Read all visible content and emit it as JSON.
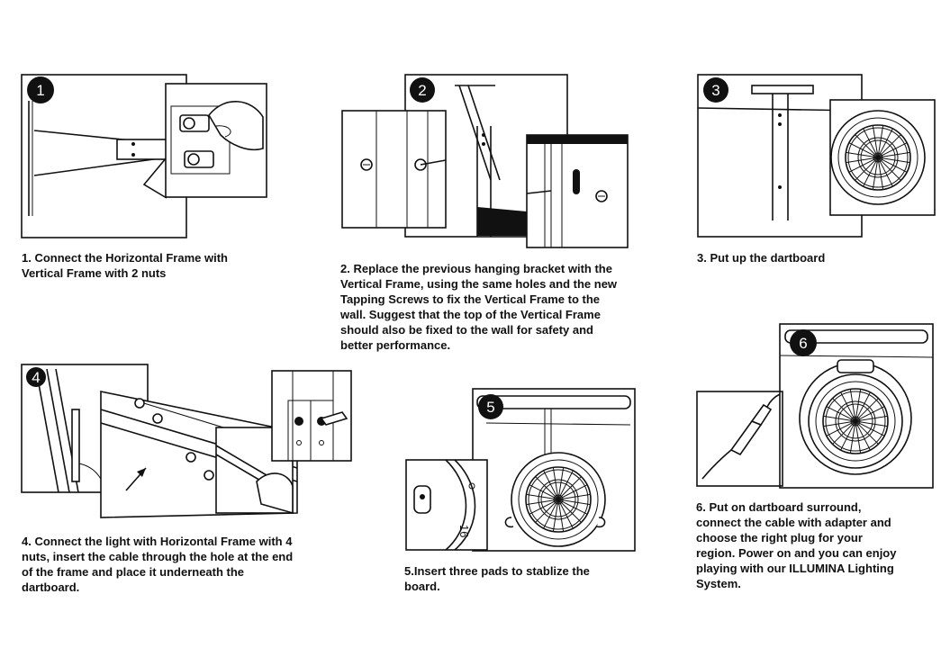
{
  "steps": [
    {
      "number": "1",
      "caption_lines": [
        "1. Connect the Horizontal Frame with",
        "Vertical Frame with 2 nuts"
      ]
    },
    {
      "number": "2",
      "caption_lines": [
        "2. Replace the previous hanging bracket with the",
        "Vertical Frame, using the same holes and the new",
        "Tapping Screws to fix the Vertical Frame to the",
        "wall. Suggest that the top of the Vertical Frame",
        "should also be fixed to the wall for safety and",
        "better performance."
      ]
    },
    {
      "number": "3",
      "caption_lines": [
        "3. Put up the dartboard"
      ]
    },
    {
      "number": "4",
      "caption_lines": [
        "4. Connect the light with Horizontal Frame with 4",
        "nuts, insert the cable through the hole at the end",
        "of the frame and place it underneath the",
        "dartboard."
      ]
    },
    {
      "number": "5",
      "caption_lines": [
        "5.Insert three pads to stablize the",
        "board."
      ]
    },
    {
      "number": "6",
      "caption_lines": [
        "6. Put on dartboard surround,",
        "connect the cable with adapter and",
        "choose the right plug for your",
        "region. Power on and you can enjoy",
        "playing with our ILLUMINA Lighting",
        "System."
      ]
    }
  ],
  "illustration_text": {
    "board_number": "16"
  }
}
